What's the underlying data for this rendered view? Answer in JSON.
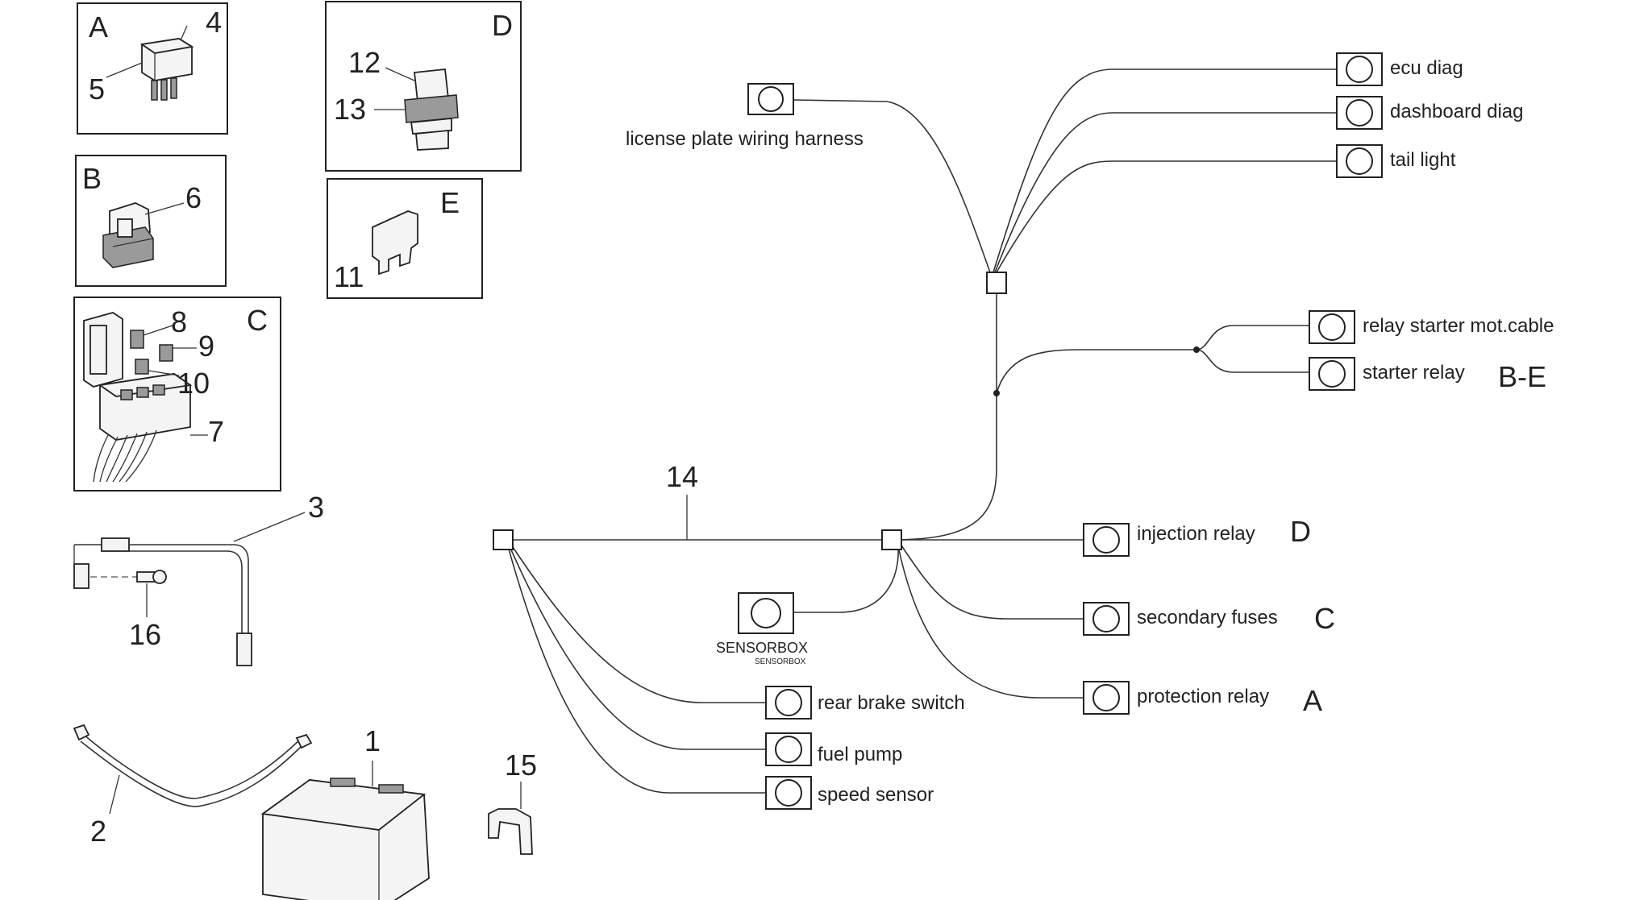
{
  "sections": {
    "a": {
      "letter": "A",
      "num_a": "4",
      "num_b": "5"
    },
    "b": {
      "letter": "B",
      "num": "6"
    },
    "c": {
      "letter": "C",
      "num_8": "8",
      "num_9": "9",
      "num_10": "10",
      "num_7": "7"
    },
    "d": {
      "letter": "D",
      "num_12": "12",
      "num_13": "13"
    },
    "e": {
      "letter": "E",
      "num_11": "11"
    }
  },
  "parts": {
    "p1": "1",
    "p2": "2",
    "p3": "3",
    "p14": "14",
    "p15": "15",
    "p16": "16"
  },
  "connectors": {
    "license_plate": "license plate wiring harness",
    "ecu_diag": "ecu diag",
    "dashboard_diag": "dashboard diag",
    "tail_light": "tail light",
    "relay_starter_cable": "relay starter mot.cable",
    "starter_relay": "starter relay",
    "starter_relay_ref": "B-E",
    "injection_relay": "injection relay",
    "injection_relay_ref": "D",
    "secondary_fuses": "secondary fuses",
    "secondary_fuses_ref": "C",
    "protection_relay": "protection relay",
    "protection_relay_ref": "A",
    "rear_brake_switch": "rear brake switch",
    "fuel_pump": "fuel pump",
    "speed_sensor": "speed sensor",
    "sensorbox": "SENSORBOX",
    "sensorbox_small": "SENSORBOX"
  }
}
